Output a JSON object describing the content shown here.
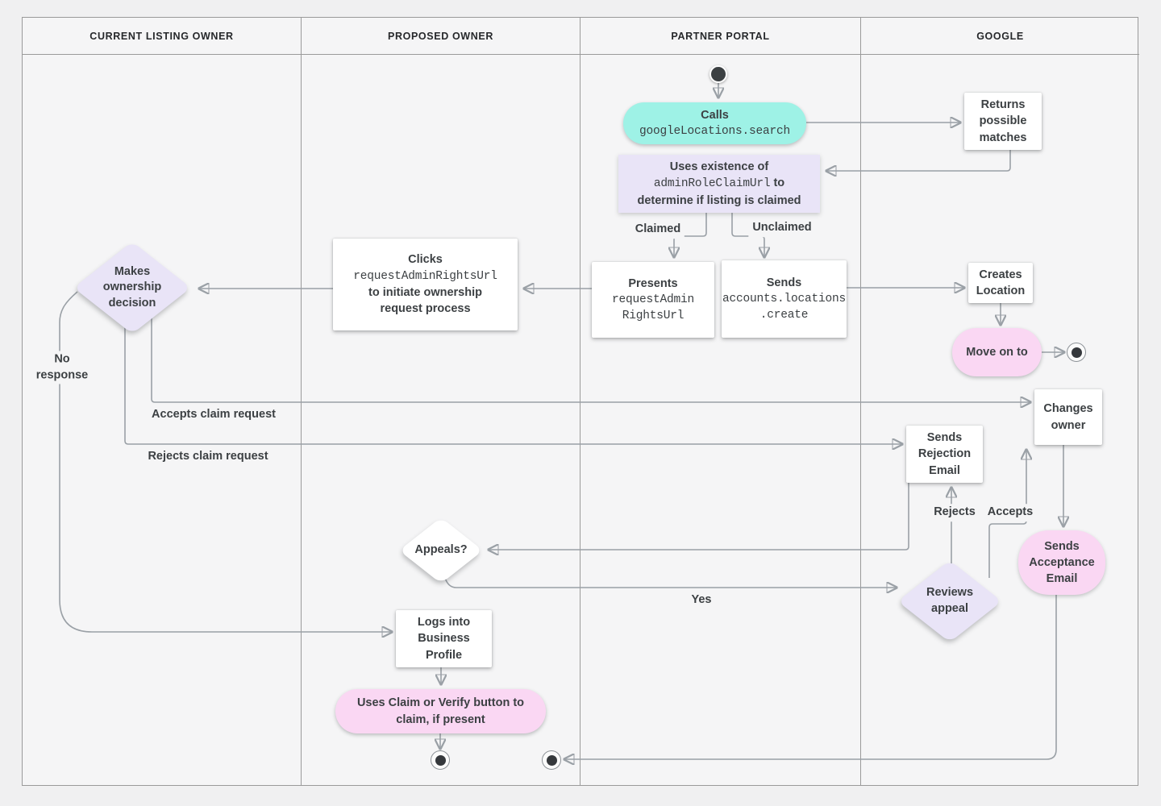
{
  "lanes": [
    {
      "label": "CURRENT LISTING OWNER"
    },
    {
      "label": "PROPOSED OWNER"
    },
    {
      "label": "PARTNER PORTAL"
    },
    {
      "label": "GOOGLE"
    }
  ],
  "nodes": {
    "calls": {
      "title": "Calls",
      "code": "googleLocations.search"
    },
    "uses_existence": {
      "line1": "Uses existence of",
      "code": "adminRoleClaimUrl",
      "line2_suffix": "to",
      "line3": "determine if listing is claimed"
    },
    "returns_matches": {
      "label": "Returns possible matches"
    },
    "presents": {
      "title": "Presents",
      "code_line1": "requestAdmin",
      "code_line2": "RightsUrl"
    },
    "sends_create": {
      "title": "Sends",
      "code_line1": "accounts.locations",
      "code_line2": ".create"
    },
    "clicks": {
      "title": "Clicks",
      "code": "requestAdminRightsUrl",
      "line2": "to initiate ownership",
      "line3": "request process"
    },
    "makes_decision": {
      "label": "Makes ownership decision"
    },
    "creates_location": {
      "label": "Creates Location"
    },
    "move_on": {
      "label": "Move on to"
    },
    "changes_owner": {
      "label": "Changes owner"
    },
    "sends_rejection": {
      "label": "Sends Rejection Email"
    },
    "appeals": {
      "label": "Appeals?"
    },
    "reviews_appeal": {
      "label": "Reviews appeal"
    },
    "sends_acceptance": {
      "label": "Sends Acceptance Email"
    },
    "logs_in": {
      "label": "Logs into Business Profile"
    },
    "claim_verify": {
      "label": "Uses Claim or Verify button to claim, if present"
    }
  },
  "edge_labels": {
    "claimed": "Claimed",
    "unclaimed": "Unclaimed",
    "no_response": "No response",
    "accepts_claim": "Accepts claim request",
    "rejects_claim": "Rejects claim request",
    "rejects": "Rejects",
    "accepts": "Accepts",
    "yes": "Yes"
  },
  "colors": {
    "teal": "#9ef2e6",
    "lavender": "#e9e4f7",
    "pink": "#fad7f3",
    "line": "#9aa0a6",
    "arrow": "#6f7478",
    "text": "#3c4043",
    "lane": "#f5f5f6",
    "page": "#f0f0f1",
    "border": "#9a9a9a"
  }
}
